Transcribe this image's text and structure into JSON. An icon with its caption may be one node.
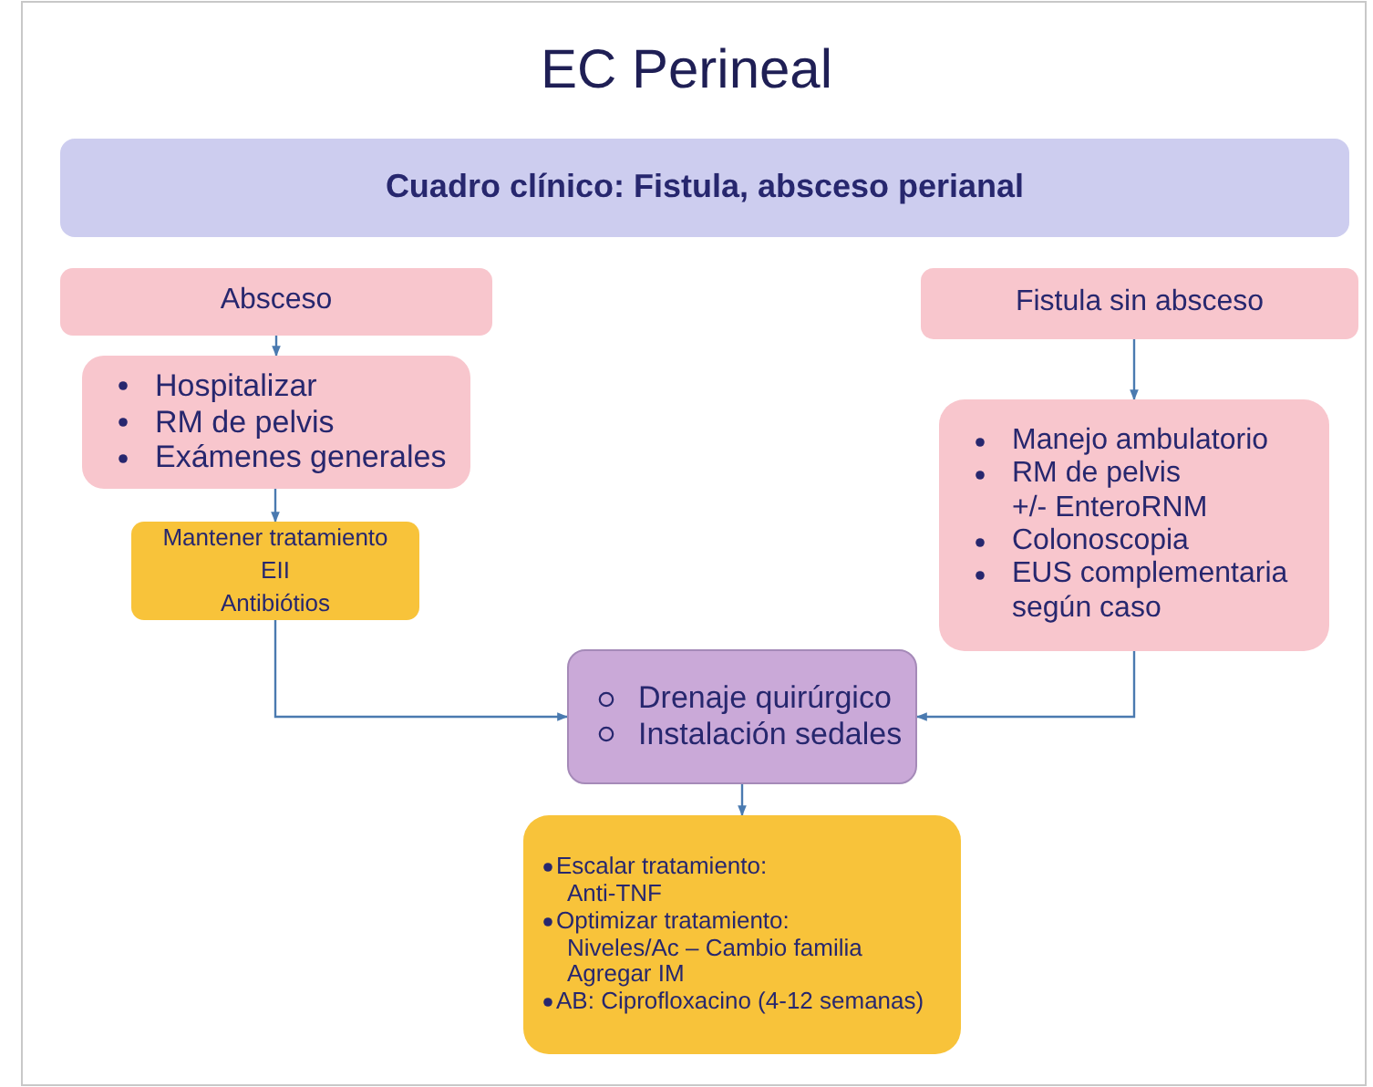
{
  "diagram": {
    "title": "EC Perineal",
    "nodes": [
      {
        "text": [
          "Cuadro clínico: Fistula, absceso perianal"
        ]
      },
      {
        "text": [
          "Absceso"
        ]
      },
      {
        "text": [
          "Hospitalizar",
          "RM de pelvis",
          "Exámenes generales"
        ]
      },
      {
        "text": [
          "Mantener tratamiento",
          "EII",
          "Antibiótios"
        ]
      },
      {
        "text": [
          "Fistula sin absceso"
        ]
      },
      {
        "text": [
          "Manejo ambulatorio",
          "RM de pelvis",
          "+/- EnteroRNM",
          "Colonoscopia",
          "EUS complementaria según caso"
        ]
      },
      {
        "text": [
          "Drenaje quirúrgico",
          "Instalación sedales"
        ]
      },
      {
        "text": [
          "Escalar tratamiento:",
          "Anti-TNF",
          "Optimizar tratamiento:",
          "Niveles/Ac – Cambio familia",
          "Agregar IM",
          "AB: Ciprofloxacino (4-12 semanas)"
        ]
      }
    ],
    "edges": [
      {
        "from": 1,
        "to": 2,
        "arrow": "to"
      },
      {
        "from": 2,
        "to": 3,
        "arrow": "to"
      },
      {
        "from": 3,
        "to": 6,
        "arrow": "to"
      },
      {
        "from": 4,
        "to": 5,
        "arrow": "to"
      },
      {
        "from": 5,
        "to": 6,
        "arrow": "to"
      },
      {
        "from": 6,
        "to": 7,
        "arrow": "to"
      }
    ]
  }
}
